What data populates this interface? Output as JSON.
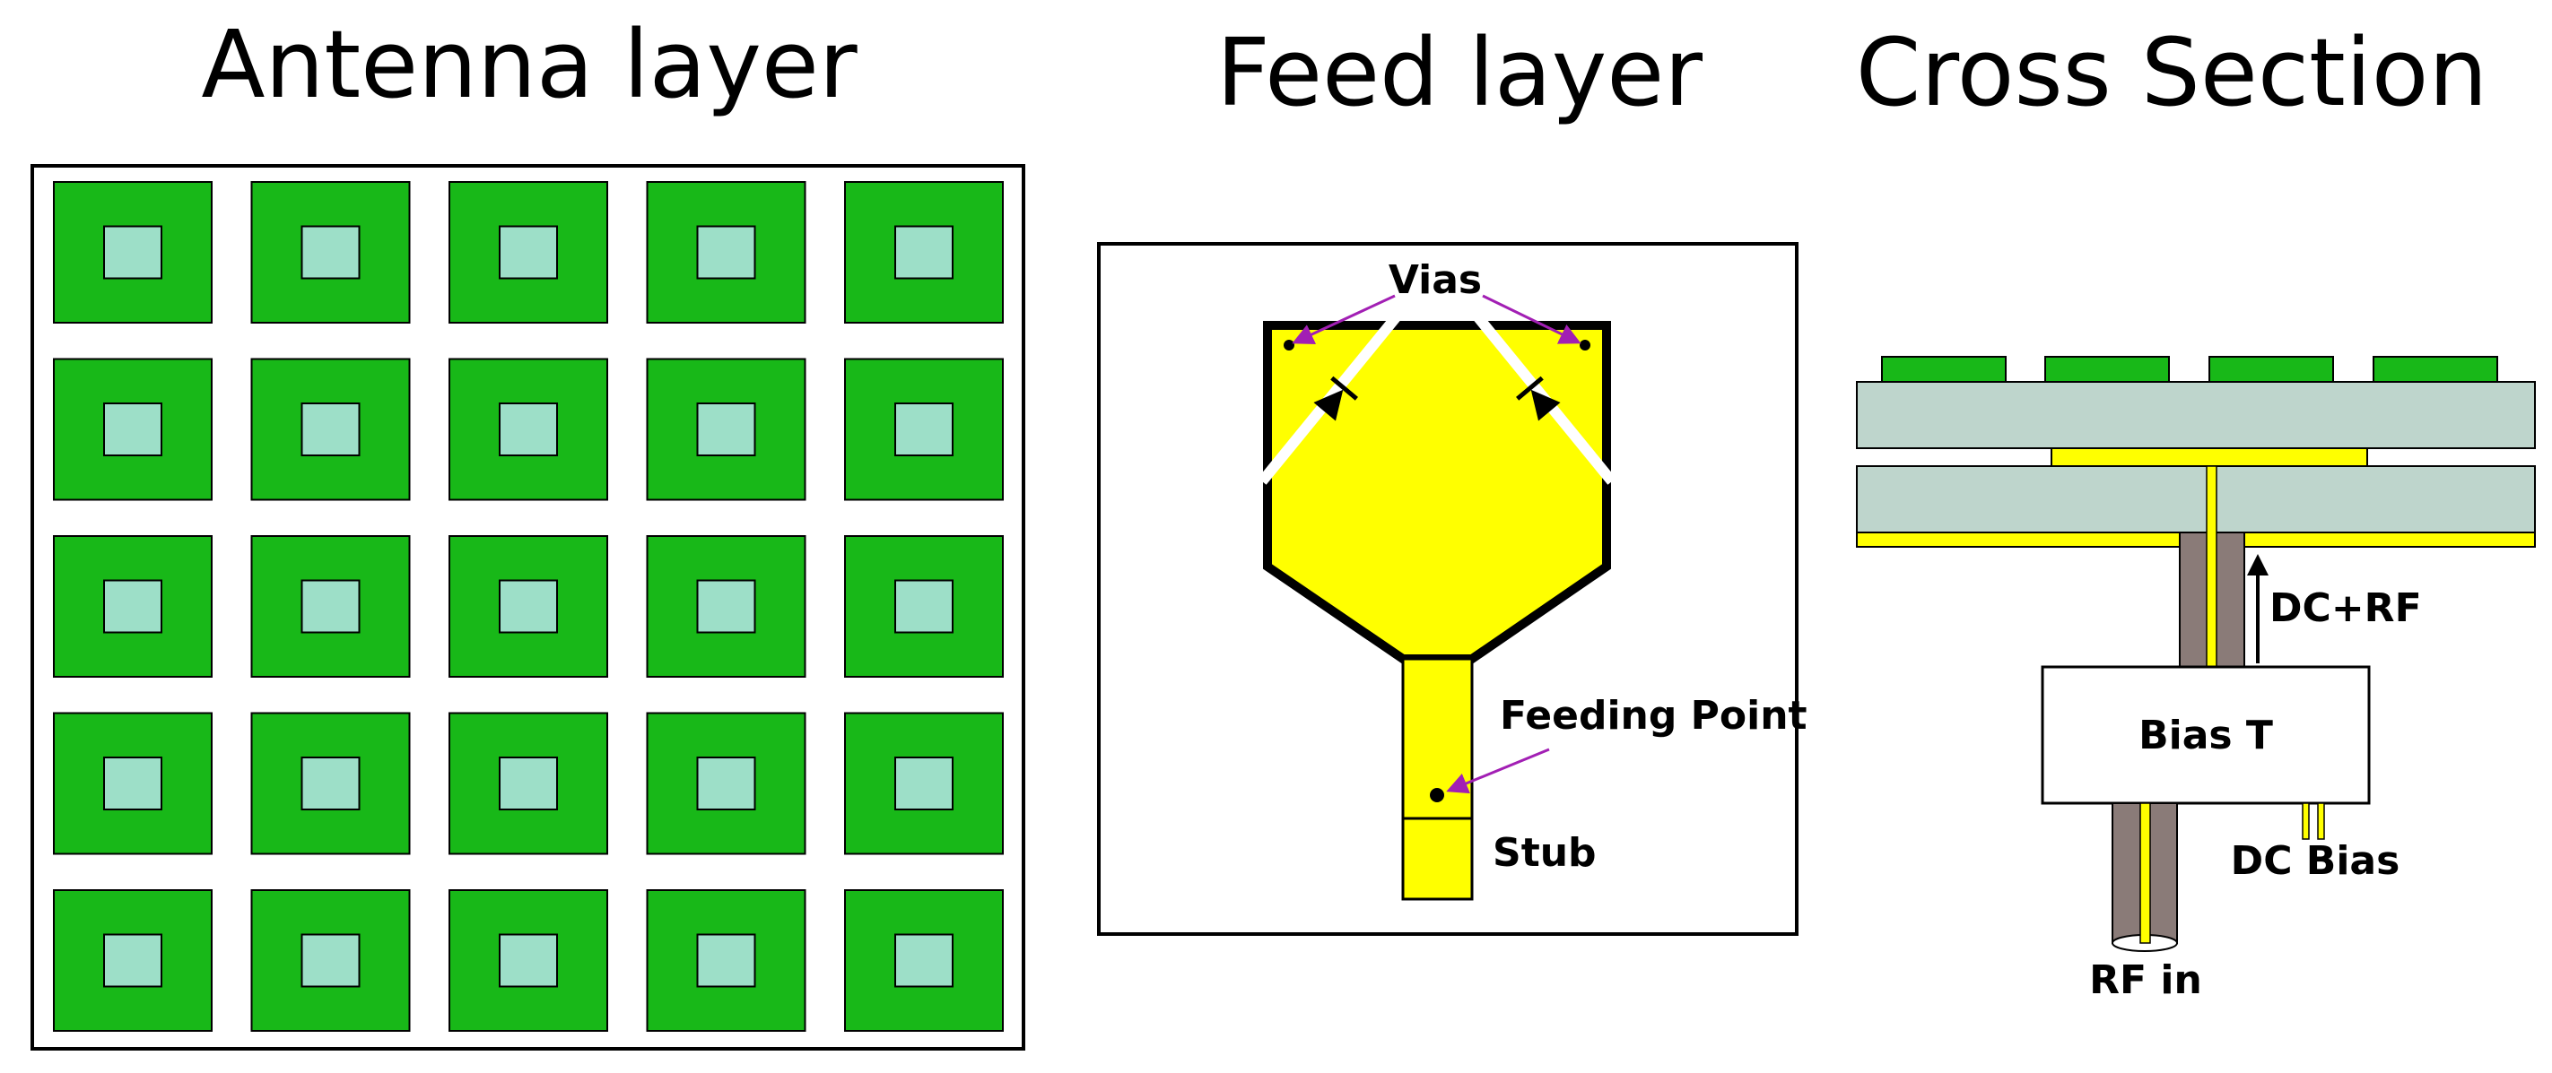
{
  "panels": {
    "antenna": {
      "title": "Antenna layer",
      "grid": {
        "rows": 5,
        "cols": 5
      },
      "colors": {
        "patch": "#18b818",
        "inner": "#9ddfc8",
        "outline": "#000000"
      }
    },
    "feed": {
      "title": "Feed layer",
      "labels": {
        "vias": "Vias",
        "feeding_point": "Feeding Point",
        "stub": "Stub"
      },
      "colors": {
        "metal": "#ffff00",
        "arrow": "#a21fb4"
      }
    },
    "cross": {
      "title": "Cross Section",
      "labels": {
        "dc_rf": "DC+RF",
        "bias_t": "Bias T",
        "dc_bias": "DC Bias",
        "rf_in": "RF in"
      },
      "colors": {
        "substrate": "#bed5cc",
        "coax": "#8a7b78",
        "metal": "#ffff00",
        "patch": "#18b818"
      }
    }
  }
}
